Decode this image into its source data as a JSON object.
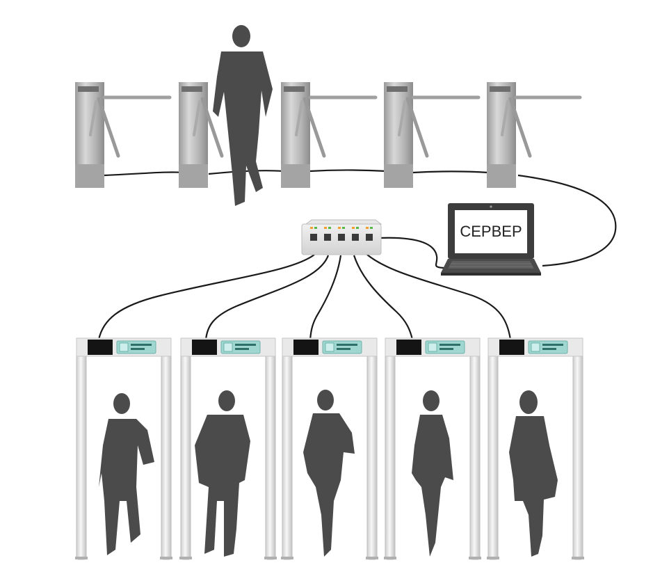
{
  "diagram": {
    "server": {
      "label": "СЕРВЕР",
      "icon": "laptop-icon"
    },
    "switch": {
      "icon": "network-switch-icon",
      "port_count": 5,
      "led_colors": [
        "#f0a030",
        "#58b848"
      ]
    },
    "turnstiles": {
      "count": 5,
      "icon": "tripod-turnstile-icon"
    },
    "metal_detectors": {
      "count": 5,
      "icon": "walk-through-metal-detector-icon"
    },
    "people": {
      "icon": "person-silhouette-icon",
      "count": 6
    },
    "colors": {
      "steel": "#b9b9b9",
      "steel_dark": "#8a8a8a",
      "silhouette": "#4b4b4b",
      "cable": "#1a1a1a",
      "panel": "#9fd6d0",
      "frame": "#e4e4e4"
    }
  }
}
